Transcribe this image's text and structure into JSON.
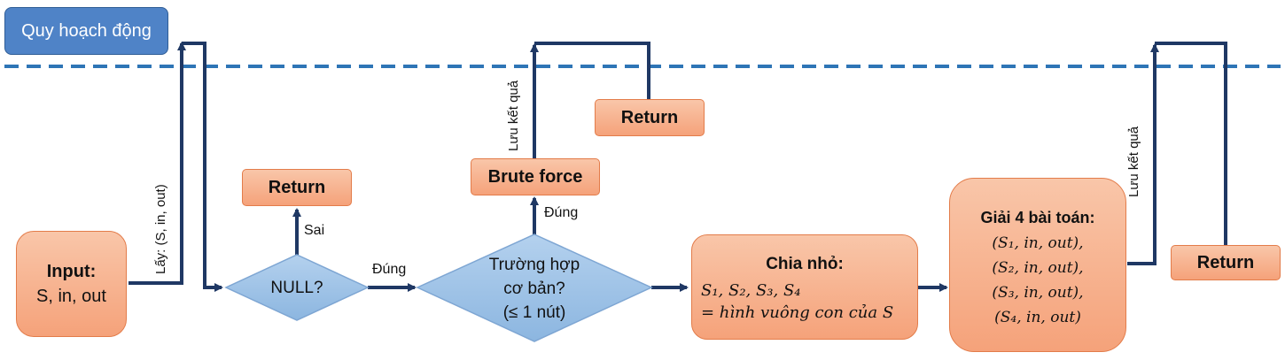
{
  "title": "Quy hoạch động",
  "input": {
    "heading": "Input:",
    "value": "S, in, out"
  },
  "null_check": "NULL?",
  "base_case": {
    "line1": "Trường hợp",
    "line2": "cơ bản?",
    "line3": "(≤ 1 nút)"
  },
  "brute_force": "Brute force",
  "return_label": "Return",
  "divide": {
    "heading": "Chia nhỏ:",
    "line1": "S₁, S₂, S₃, S₄",
    "line2": "= hình vuông con của S"
  },
  "solve": {
    "heading": "Giải 4 bài toán:",
    "items": [
      "(S₁, in, out),",
      "(S₂, in, out),",
      "(S₃, in, out),",
      "(S₄, in, out)"
    ]
  },
  "labels": {
    "get": "Lấy: (S, in, out)",
    "true": "Đúng",
    "false": "Sai",
    "save_result": "Lưu kết quả"
  },
  "colors": {
    "arrow": "#1f3864",
    "dashed": "#2e75b6",
    "diamond": "#9dc3e6",
    "orange": "#f4a67c",
    "title_bg": "#4f83c7"
  }
}
